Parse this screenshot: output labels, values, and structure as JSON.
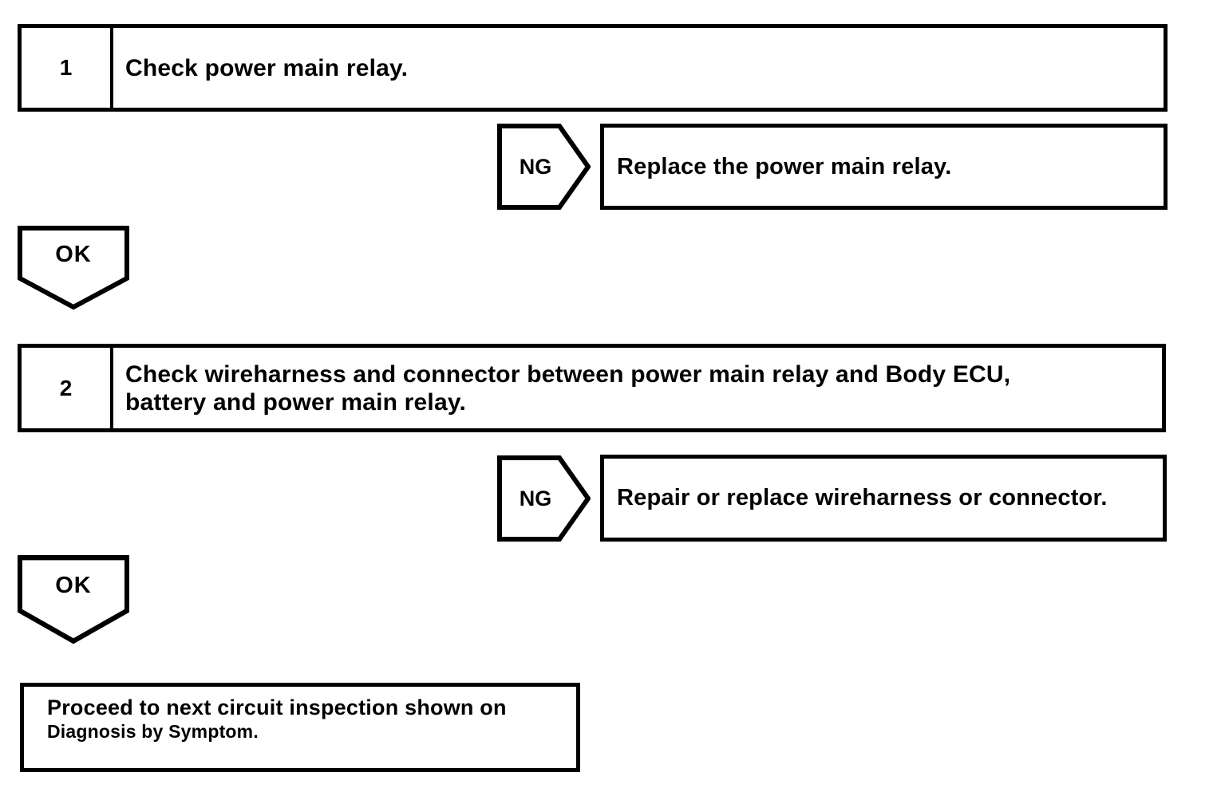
{
  "canvas": {
    "background_color": "#ffffff",
    "line_color": "#000000"
  },
  "steps": [
    {
      "number": "1",
      "instruction": "Check power main relay.",
      "ng_label": "NG",
      "ng_action": "Replace the power main relay.",
      "ok_label": "OK"
    },
    {
      "number": "2",
      "instruction": "Check wireharness and connector between power main relay and Body ECU,\nbattery and power main relay.",
      "ng_label": "NG",
      "ng_action": "Repair or replace wireharness or connector.",
      "ok_label": "OK"
    }
  ],
  "final_box": {
    "line1": "Proceed to next circuit inspection shown on",
    "line2": "Diagnosis by Symptom."
  }
}
